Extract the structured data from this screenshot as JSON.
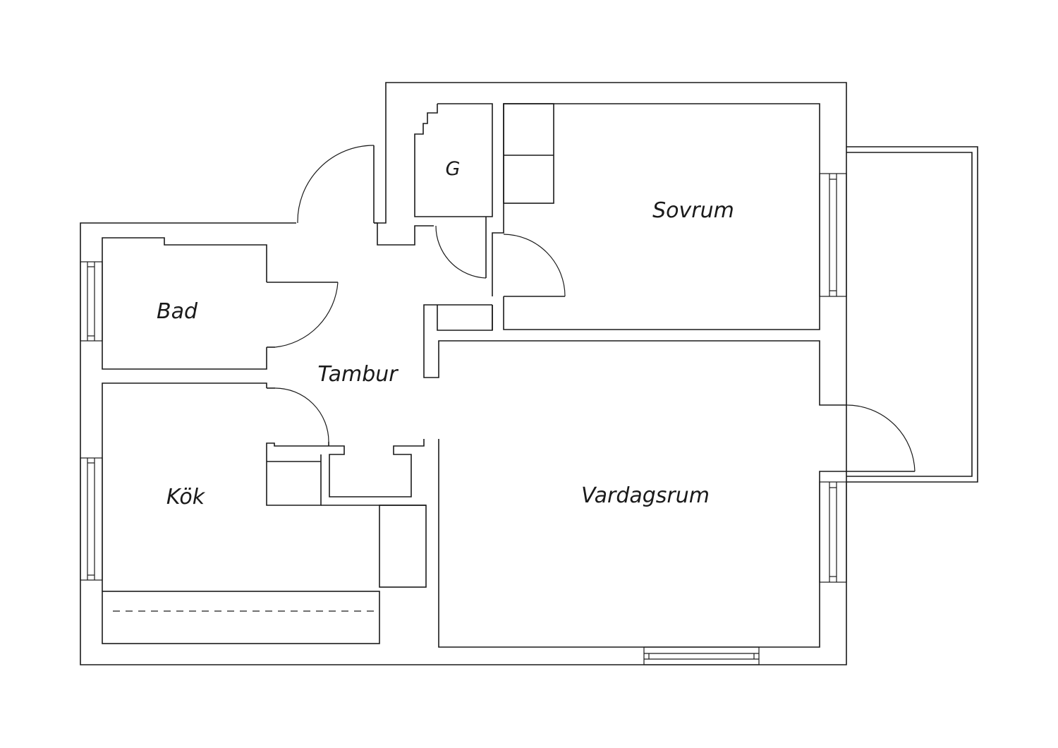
{
  "plan": {
    "rooms": {
      "garderob": "G",
      "sovrum": "Sovrum",
      "bad": "Bad",
      "tambur": "Tambur",
      "kok": "Kök",
      "vardagsrum": "Vardagsrum"
    }
  }
}
